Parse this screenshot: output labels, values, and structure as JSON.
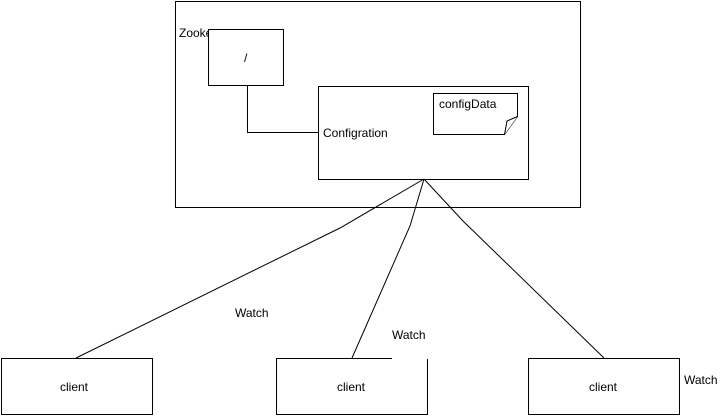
{
  "zookeeper": {
    "label": "Zooke"
  },
  "root_node": {
    "label": "/"
  },
  "configuration_node": {
    "label": "Configration"
  },
  "config_data": {
    "label": "configData"
  },
  "watch_labels": [
    "Watch",
    "Watch",
    "Watch"
  ],
  "clients": [
    {
      "label": "client"
    },
    {
      "label": "client"
    },
    {
      "label": "client"
    }
  ]
}
